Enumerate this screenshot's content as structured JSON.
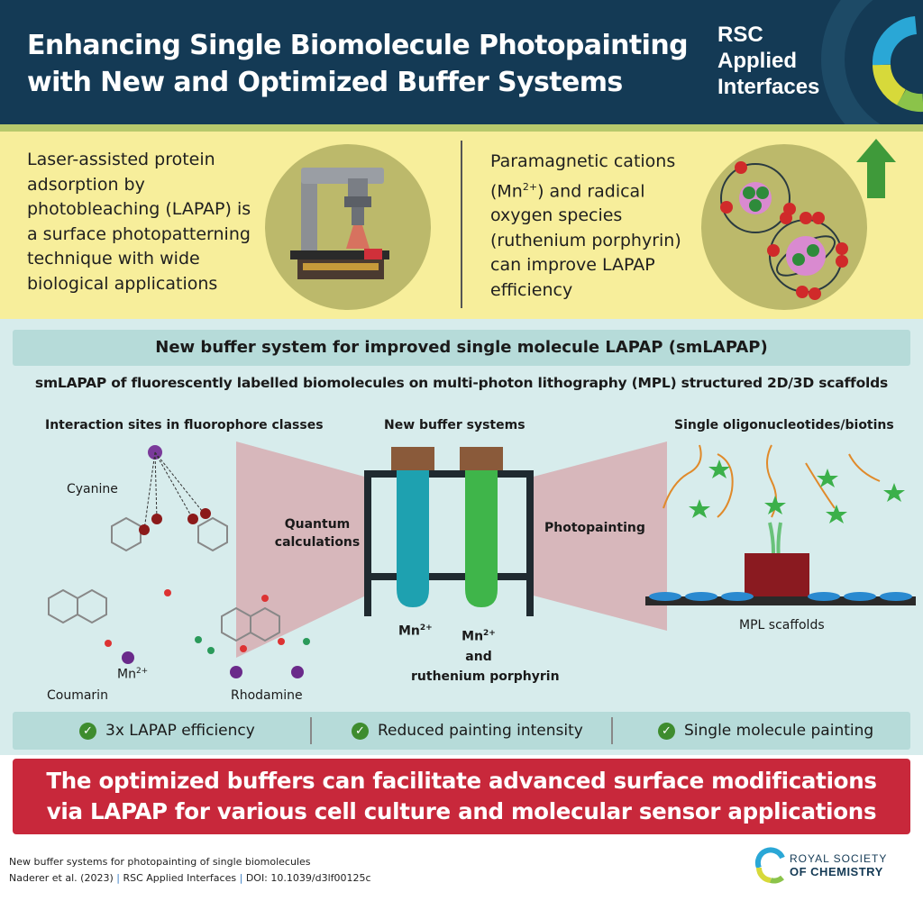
{
  "header": {
    "title_line1": "Enhancing Single Biomolecule Photopainting",
    "title_line2": "with New and Optimized Buffer Systems",
    "journal_line1": "RSC",
    "journal_line2": "Applied",
    "journal_line3": "Interfaces"
  },
  "intro": {
    "left_lines": [
      "Laser-assisted protein",
      "adsorption by",
      "photobleaching (LAPAP) is",
      "a surface photopatterning",
      "technique with wide",
      "biological applications"
    ],
    "right_line1": "Paramagnetic cations",
    "right_line2_pre": "(Mn",
    "right_line2_sup": "2+",
    "right_line2_post": ") and radical",
    "right_line3": "oxygen species",
    "right_line4": "(ruthenium porphyrin)",
    "right_line5": "can improve LAPAP",
    "right_line6": "efficiency"
  },
  "main": {
    "banner": "New buffer system for improved single molecule LAPAP (smLAPAP)",
    "subtitle": "smLAPAP of fluorescently labelled biomolecules on multi-photon lithography (MPL) structured 2D/3D scaffolds",
    "left_heading": "Interaction sites in fluorophore classes",
    "center_heading": "New buffer systems",
    "right_heading": "Single oligonucleotides/biotins",
    "cyanine": "Cyanine",
    "coumarin": "Coumarin",
    "rhodamine": "Rhodamine",
    "mn_label": "Mn",
    "mn_sup": "2+",
    "quantum_line1": "Quantum",
    "quantum_line2": "calculations",
    "photopainting": "Photopainting",
    "tube1_label": "Mn",
    "tube1_sup": "2+",
    "tube2_label": "Mn",
    "tube2_sup": "2+",
    "tube2_and": "and",
    "tube2_extra": "ruthenium porphyrin",
    "mpl_scaffolds": "MPL scaffolds"
  },
  "benefits": [
    "3x LAPAP efficiency",
    "Reduced painting intensity",
    "Single molecule painting"
  ],
  "conclusion": {
    "line1": "The optimized buffers can facilitate advanced surface modifications",
    "line2": "via LAPAP for various cell culture and molecular sensor applications"
  },
  "footer": {
    "cite_line1": "New buffer systems for photopainting of single biomolecules",
    "cite_authors": "Naderer et al.  (2023)",
    "cite_journal": "RSC Applied Interfaces",
    "cite_doi": "DOI: 10.1039/d3lf00125c",
    "cite_sep": "|",
    "rsc_line1": "ROYAL SOCIETY",
    "rsc_line2": "OF CHEMISTRY"
  },
  "colors": {
    "header_bg": "#143a55",
    "intro_bg": "#f7ee9b",
    "main_bg": "#d7ecec",
    "banner_bg": "#b6dbd9",
    "conclusion_bg": "#c8283b",
    "check_green": "#3e8c2e"
  },
  "icons": [
    "rsc-ring-logo",
    "microscope-icon",
    "atom-cation-icon",
    "up-arrow-icon",
    "test-tube-icon",
    "dna-strand-icon",
    "fluorophore-star-icon",
    "check-icon"
  ]
}
